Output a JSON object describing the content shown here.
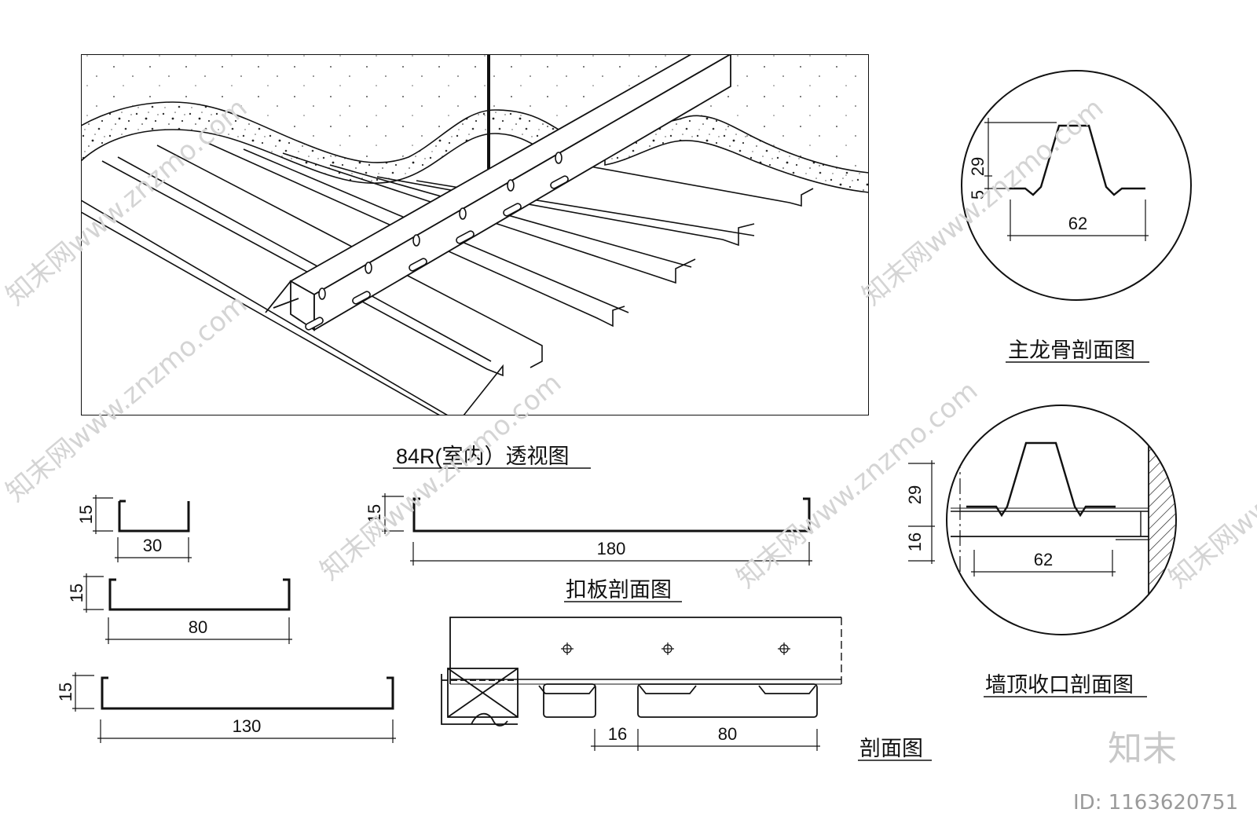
{
  "captions": {
    "perspective": "84R(室内）透视图",
    "main_keel": "主龙骨剖面图",
    "wall_top": "墙顶收口剖面图",
    "panel_section": "扣板剖面图",
    "section": "剖面图"
  },
  "dims": {
    "main_keel_height": "29",
    "main_keel_lip": "5",
    "main_keel_width": "62",
    "wall_keel_height": "29",
    "wall_gap": "16",
    "wall_keel_width": "62",
    "panel_30_height": "15",
    "panel_30_width": "30",
    "panel_80_height": "15",
    "panel_80_width": "80",
    "panel_130_height": "15",
    "panel_130_width": "130",
    "panel_180_height": "15",
    "panel_180_width": "180",
    "section_gap": "16",
    "section_pitch": "80"
  },
  "watermark": {
    "brand": "知末",
    "id": "ID: 1163620751",
    "site": "知末网www.znzmo.com"
  }
}
